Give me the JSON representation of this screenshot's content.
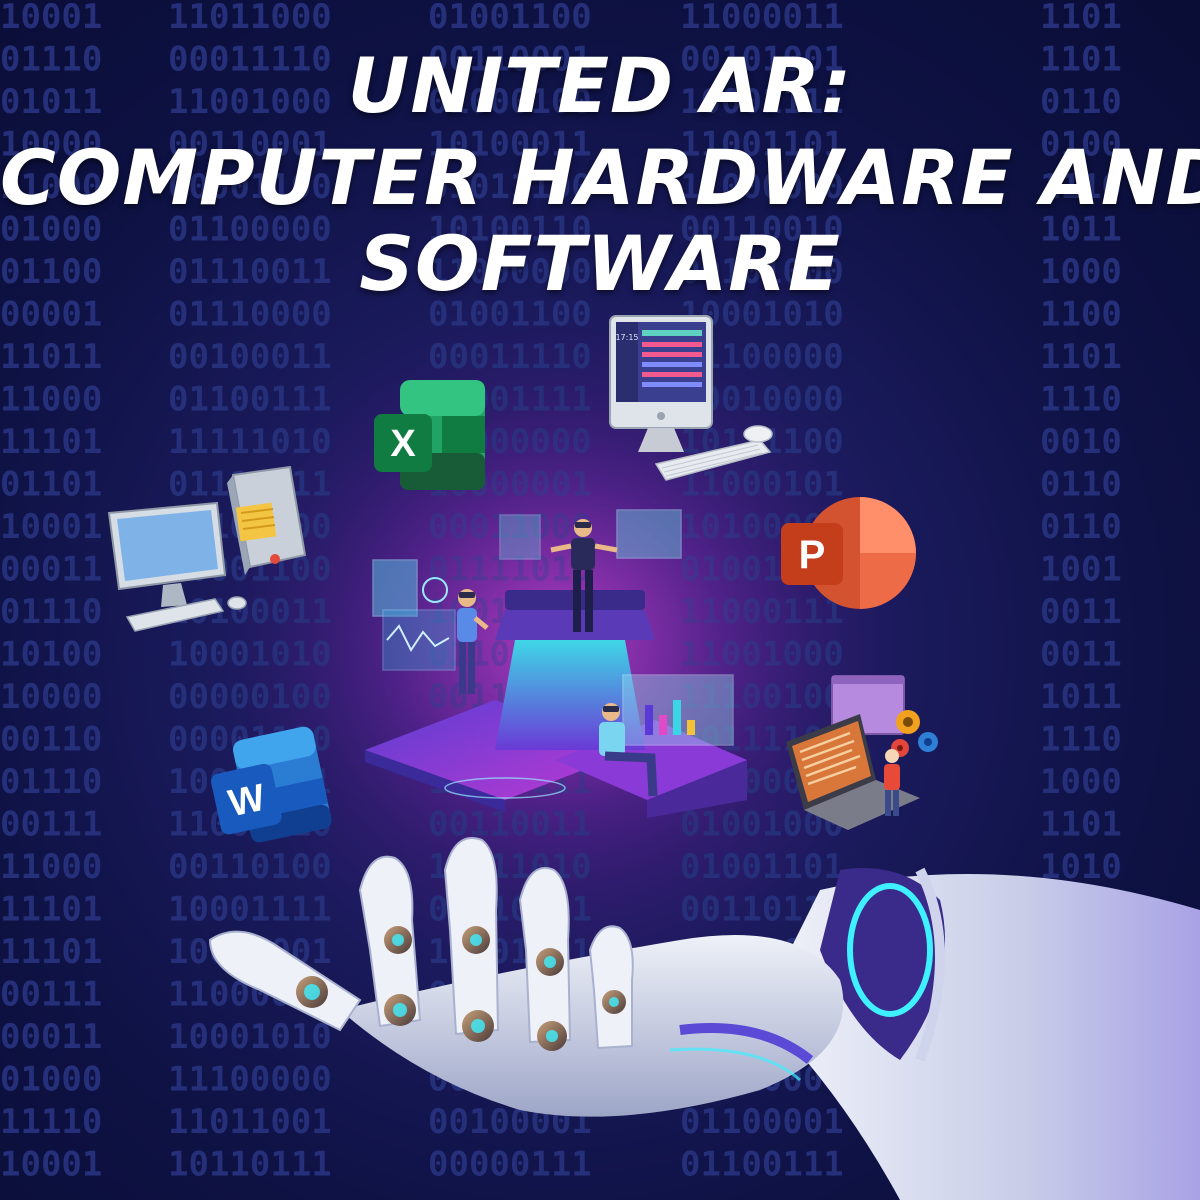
{
  "title": {
    "line1": "UNITED AR:",
    "line2": "COMPUTER HARDWARE AND",
    "line3": "SOFTWARE"
  },
  "background_rows": [
    [
      "10001",
      "11011000",
      "01001100",
      "11000011",
      "1101"
    ],
    [
      "01110",
      "00011110",
      "00110001",
      "00101001",
      "1101"
    ],
    [
      "01011",
      "11001000",
      "01000100",
      "10001111",
      "0110"
    ],
    [
      "10000",
      "00110001",
      "10100011",
      "11001101",
      "0100"
    ],
    [
      "11000",
      "00001100",
      "01011100",
      "11000000",
      "1110"
    ],
    [
      "01000",
      "01100000",
      "10100110",
      "00110010",
      "1011"
    ],
    [
      "01100",
      "01110011",
      "11000000",
      "00101000",
      "1000"
    ],
    [
      "00001",
      "01110000",
      "01001100",
      "10001010",
      "1100"
    ],
    [
      "11011",
      "00100011",
      "00011110",
      "11100000",
      "1101"
    ],
    [
      "11000",
      "01100111",
      "00001111",
      "00010000",
      "1110"
    ],
    [
      "11101",
      "11111010",
      "00000000",
      "10111100",
      "0010"
    ],
    [
      "01101",
      "01110011",
      "10000001",
      "11000101",
      "0110"
    ],
    [
      "10001",
      "11100100",
      "00011000",
      "10100000",
      "0110"
    ],
    [
      "00011",
      "00001100",
      "01111010",
      "01001100",
      "1001"
    ],
    [
      "01110",
      "10100011",
      "10011010",
      "11000111",
      "0011"
    ],
    [
      "10100",
      "10001010",
      "01101011",
      "11001000",
      "0011"
    ],
    [
      "10000",
      "00000100",
      "00110101",
      "11100100",
      "1011"
    ],
    [
      "00110",
      "00001100",
      "01000010",
      "00111100",
      "1110"
    ],
    [
      "01110",
      "10001101",
      "11010111",
      "10000011",
      "1000"
    ],
    [
      "00111",
      "11001010",
      "00110011",
      "01001000",
      "1101"
    ],
    [
      "11000",
      "00110100",
      "10011010",
      "01001101",
      "1010"
    ],
    [
      "11101",
      "10001111",
      "00110111",
      "00110111",
      "1100"
    ],
    [
      "11101",
      "10011001",
      "10101001",
      "10100011",
      "0011"
    ],
    [
      "00111",
      "11000010",
      "00000101",
      "00101011",
      "1101"
    ],
    [
      "00011",
      "10001010",
      "01001011",
      "00101000",
      "0111"
    ],
    [
      "01000",
      "11100000",
      "00001110",
      "01110000",
      "1101"
    ],
    [
      "11110",
      "11011001",
      "00100001",
      "01100001",
      "1000"
    ],
    [
      "10001",
      "10110111",
      "00000111",
      "01100111",
      "1000"
    ]
  ],
  "icons": {
    "excel": "X",
    "powerpoint": "P",
    "word": "W"
  },
  "monitor_clock": "17:15",
  "colors": {
    "background": "#0d0f3a",
    "binary_text": "#26307a",
    "glow": "#b63ccf",
    "excel": "#1f7a45",
    "powerpoint": "#c5442a",
    "word": "#2b5cb8",
    "robot_accent": "#3ff0ff"
  }
}
